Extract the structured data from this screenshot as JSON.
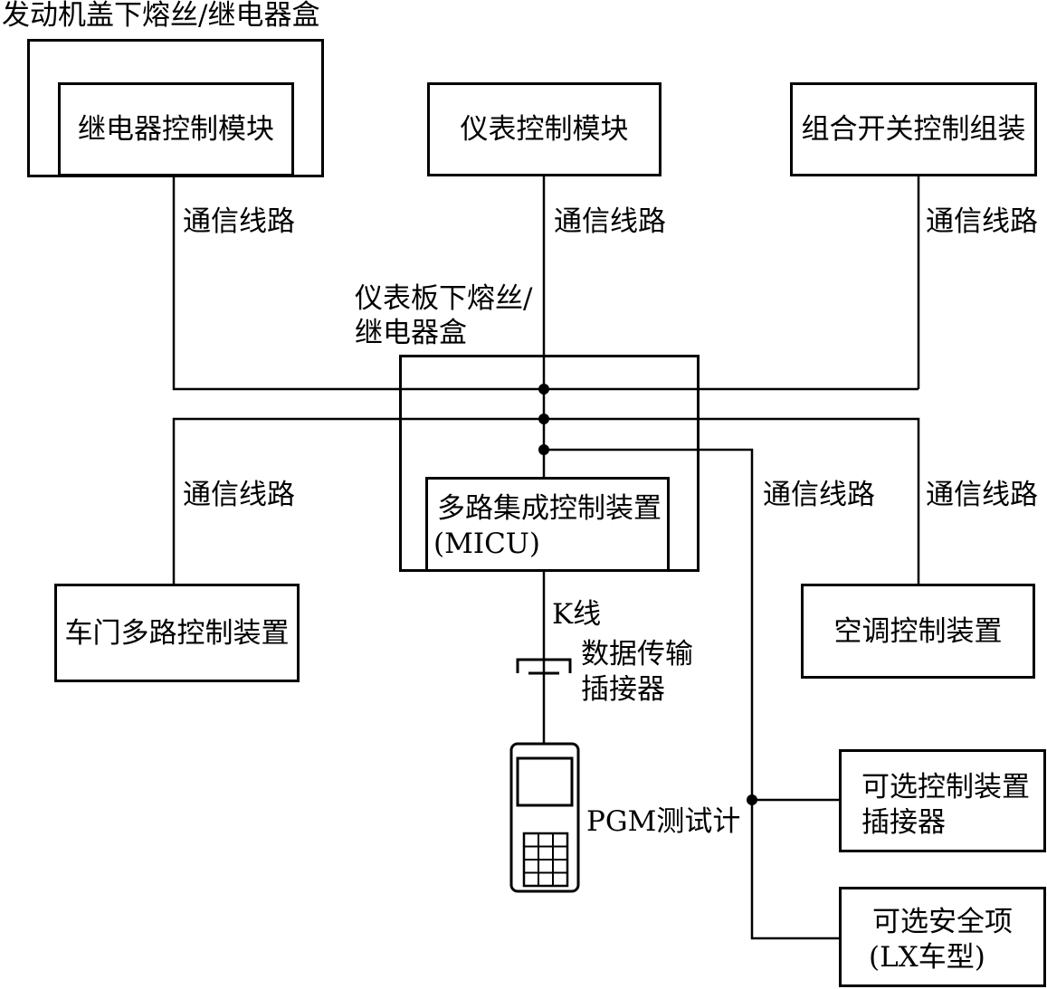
{
  "diagram": {
    "engine_box_title": "发动机盖下熔丝/继电器盒",
    "relay_module": "继电器控制模块",
    "meter_module": "仪表控制模块",
    "combo_switch": "组合开关控制组装",
    "comm_line": "通信线路",
    "dash_box_title_line1": "仪表板下熔丝/",
    "dash_box_title_line2": "继电器盒",
    "micu_line1": "多路集成控制装置",
    "micu_line2": "(MICU)",
    "door_unit": "车门多路控制装置",
    "ac_unit": "空调控制装置",
    "k_line": "K线",
    "dlc_line1": "数据传输",
    "dlc_line2": "插接器",
    "pgm_tester": "PGM测试计",
    "option_connector_line1": "可选控制装置",
    "option_connector_line2": "插接器",
    "option_safety_line1": "可选安全项",
    "option_safety_line2": "(LX车型)"
  }
}
